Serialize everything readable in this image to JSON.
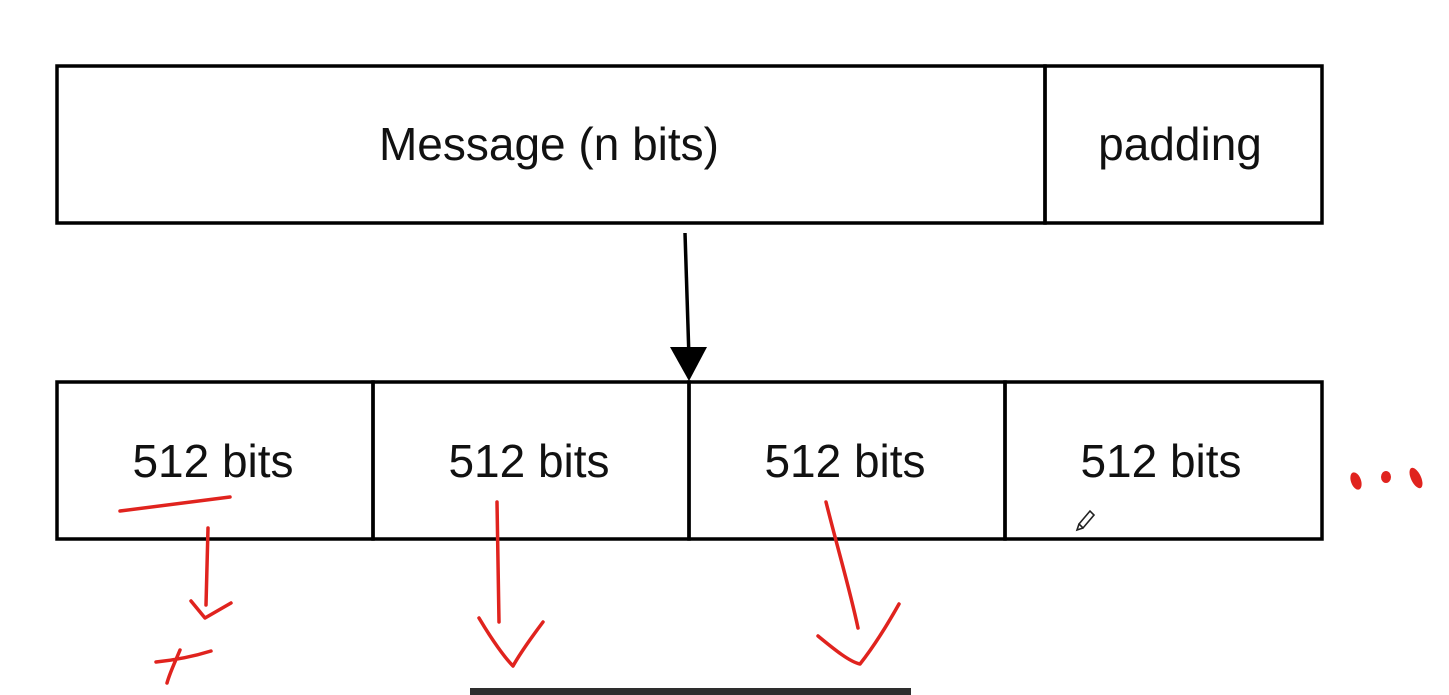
{
  "diagram": {
    "message_block": {
      "message_label": "Message (n bits)",
      "padding_label": "padding"
    },
    "blocks": [
      {
        "label": "512 bits"
      },
      {
        "label": "512 bits"
      },
      {
        "label": "512 bits"
      },
      {
        "label": "512 bits"
      }
    ],
    "colors": {
      "box_stroke": "#000000",
      "text": "#111111",
      "annotation_ink": "#e0231e",
      "background": "#ffffff",
      "bottom_bar": "#2e2e2e"
    },
    "icons": [
      "arrow-down-icon",
      "pencil-cursor-icon"
    ]
  }
}
